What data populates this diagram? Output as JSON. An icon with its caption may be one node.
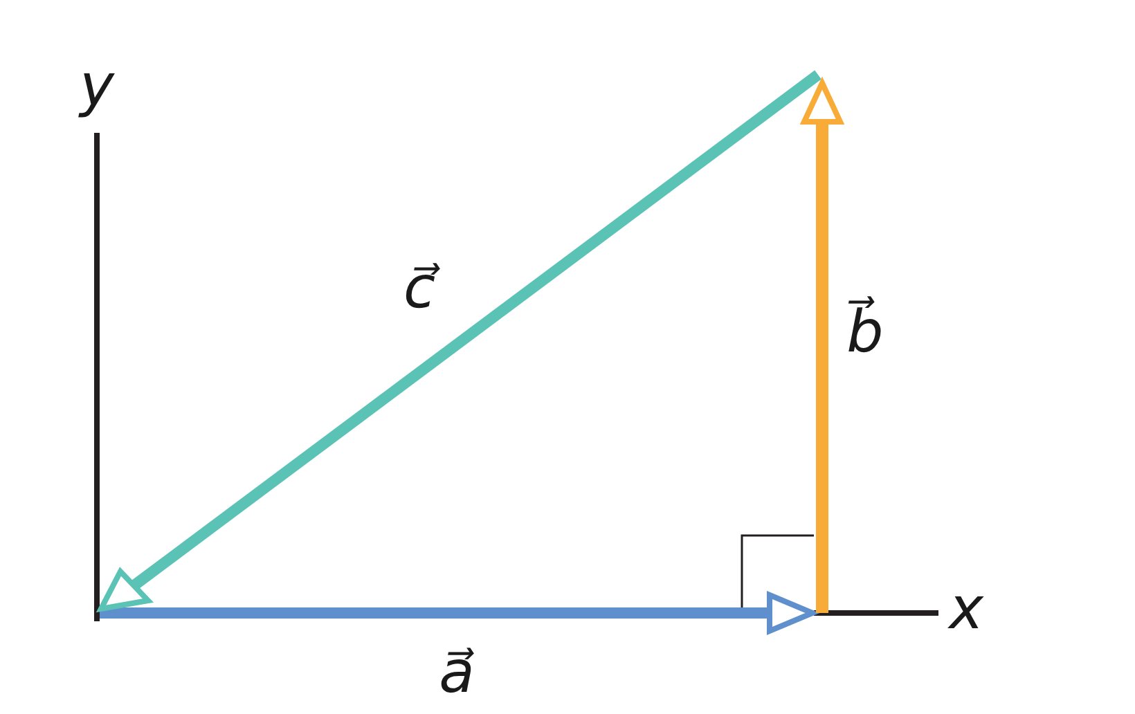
{
  "diagram": {
    "labels": [
      "y",
      "c⃗",
      "b⃗",
      "x",
      "a⃗"
    ]
  }
}
